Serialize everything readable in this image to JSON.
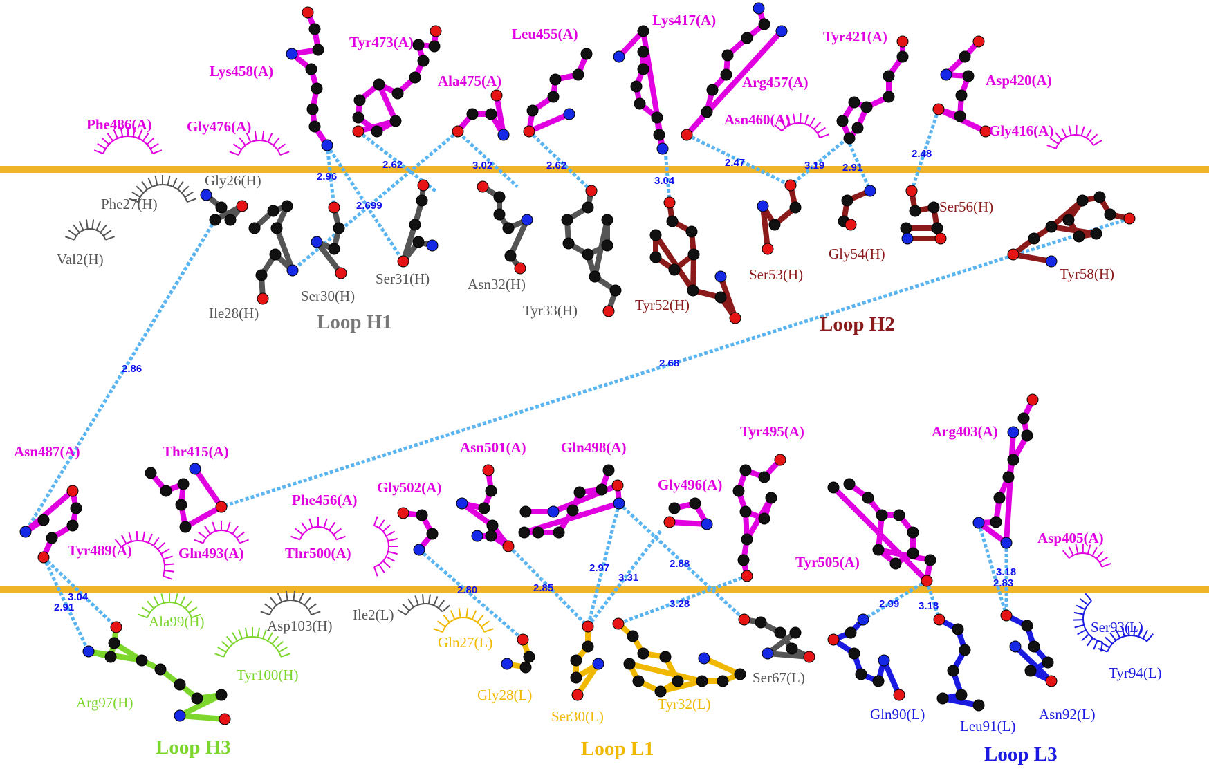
{
  "colors": {
    "antigen": "#e000e0",
    "heavy_dark": "#555555",
    "heavy_red": "#8b1a1a",
    "h3_green": "#7cd62c",
    "l1_gold": "#f0b800",
    "l3_blue": "#1a1ae0",
    "interface": "#f0b428",
    "hbond": "#5ab4f0",
    "distance_text": "#1010ee",
    "atom_C": "#111111",
    "atom_N": "#1428e6",
    "atom_O": "#e61414"
  },
  "loops": {
    "h1": "Loop H1",
    "h2": "Loop H2",
    "h3": "Loop H3",
    "l1": "Loop L1",
    "l3": "Loop L3"
  },
  "top_labels": {
    "lys458": "Lys458(A)",
    "tyr473": "Tyr473(A)",
    "ala475": "Ala475(A)",
    "leu455": "Leu455(A)",
    "lys417": "Lys417(A)",
    "tyr421": "Tyr421(A)",
    "arg457": "Arg457(A)",
    "asp420": "Asp420(A)",
    "phe486": "Phe486(A)",
    "gly476": "Gly476(A)",
    "asn460": "Asn460(A)",
    "gly416": "Gly416(A)",
    "gly26h": "Gly26(H)",
    "phe27h": "Phe27(H)",
    "val2h": "Val2(H)",
    "ile28h": "Ile28(H)",
    "ser30h": "Ser30(H)",
    "ser31h": "Ser31(H)",
    "asn32h": "Asn32(H)",
    "tyr33h": "Tyr33(H)",
    "tyr52h": "Tyr52(H)",
    "ser53h": "Ser53(H)",
    "gly54h": "Gly54(H)",
    "ser56h": "Ser56(H)",
    "tyr58h": "Tyr58(H)"
  },
  "bottom_labels": {
    "asn487": "Asn487(A)",
    "thr415": "Thr415(A)",
    "asn501": "Asn501(A)",
    "gln498": "Gln498(A)",
    "tyr495": "Tyr495(A)",
    "arg403": "Arg403(A)",
    "gly502": "Gly502(A)",
    "gly496": "Gly496(A)",
    "phe456": "Phe456(A)",
    "tyr489": "Tyr489(A)",
    "gln493": "Gln493(A)",
    "thr500": "Thr500(A)",
    "tyr505": "Tyr505(A)",
    "asp405": "Asp405(A)",
    "ala99h": "Ala99(H)",
    "asp103h": "Asp103(H)",
    "ile2l": "Ile2(L)",
    "gln27l": "Gln27(L)",
    "tyr100h": "Tyr100(H)",
    "arg97h": "Arg97(H)",
    "gly28l": "Gly28(L)",
    "ser30l": "Ser30(L)",
    "tyr32l": "Tyr32(L)",
    "ser67l": "Ser67(L)",
    "gln90l": "Gln90(L)",
    "leu91l": "Leu91(L)",
    "asn92l": "Asn92(L)",
    "ser93l": "Ser93(L)",
    "tyr94l": "Tyr94(L)"
  },
  "distances": {
    "d296": "2.96",
    "d262a": "2.62",
    "d302": "3.02",
    "d262b": "2.62",
    "d304": "3.04",
    "d247": "2.47",
    "d319": "3.19",
    "d291a": "2.91",
    "d248": "2.48",
    "d2699": "2.699",
    "d286": "2.86",
    "d268": "2.68",
    "d304b": "3.04",
    "d291b": "2.91",
    "d280": "2.80",
    "d285": "2.85",
    "d297": "2.97",
    "d331": "3.31",
    "d288": "2.88",
    "d328": "3.28",
    "d299": "2.99",
    "d318a": "3.18",
    "d318b": "3.18",
    "d283": "2.83"
  }
}
